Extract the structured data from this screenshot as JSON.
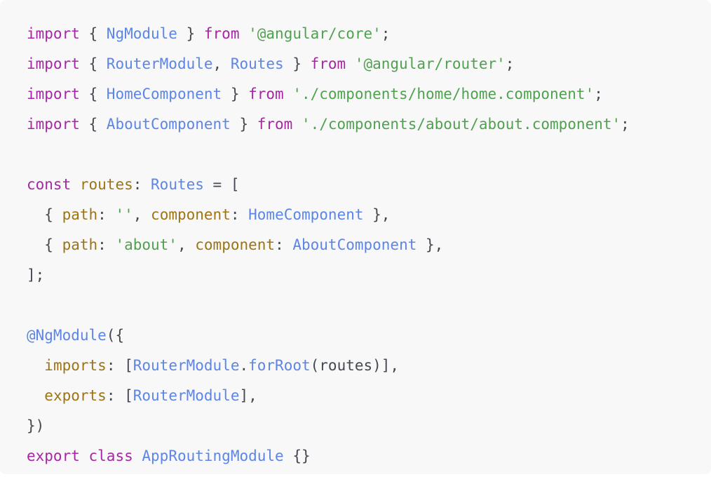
{
  "code_block": {
    "language_hint": "typescript-angular-routing-module",
    "background_color": "#f8f8f8",
    "page_background": "#ffffff",
    "token_colors": {
      "keyword": "#a626a4",
      "identifier": "#5c85e6",
      "string": "#50a14f",
      "property": "#9c7415",
      "punctuation": "#444850"
    },
    "plain_text": "import { NgModule } from '@angular/core';\nimport { RouterModule, Routes } from '@angular/router';\nimport { HomeComponent } from './components/home/home.component';\nimport { AboutComponent } from './components/about/about.component';\n\nconst routes: Routes = [\n  { path: '', component: HomeComponent },\n  { path: 'about', component: AboutComponent },\n];\n\n@NgModule({\n  imports: [RouterModule.forRoot(routes)],\n  exports: [RouterModule],\n})\nexport class AppRoutingModule {}",
    "lines": [
      {
        "tokens": [
          {
            "type": "keyword",
            "text": "import"
          },
          {
            "type": "punctuation",
            "text": " { "
          },
          {
            "type": "identifier",
            "text": "NgModule"
          },
          {
            "type": "punctuation",
            "text": " } "
          },
          {
            "type": "keyword",
            "text": "from"
          },
          {
            "type": "punctuation",
            "text": " "
          },
          {
            "type": "string",
            "text": "'@angular/core'"
          },
          {
            "type": "punctuation",
            "text": ";"
          }
        ]
      },
      {
        "tokens": [
          {
            "type": "keyword",
            "text": "import"
          },
          {
            "type": "punctuation",
            "text": " { "
          },
          {
            "type": "identifier",
            "text": "RouterModule"
          },
          {
            "type": "punctuation",
            "text": ", "
          },
          {
            "type": "identifier",
            "text": "Routes"
          },
          {
            "type": "punctuation",
            "text": " } "
          },
          {
            "type": "keyword",
            "text": "from"
          },
          {
            "type": "punctuation",
            "text": " "
          },
          {
            "type": "string",
            "text": "'@angular/router'"
          },
          {
            "type": "punctuation",
            "text": ";"
          }
        ]
      },
      {
        "tokens": [
          {
            "type": "keyword",
            "text": "import"
          },
          {
            "type": "punctuation",
            "text": " { "
          },
          {
            "type": "identifier",
            "text": "HomeComponent"
          },
          {
            "type": "punctuation",
            "text": " } "
          },
          {
            "type": "keyword",
            "text": "from"
          },
          {
            "type": "punctuation",
            "text": " "
          },
          {
            "type": "string",
            "text": "'./components/home/home.component'"
          },
          {
            "type": "punctuation",
            "text": ";"
          }
        ]
      },
      {
        "tokens": [
          {
            "type": "keyword",
            "text": "import"
          },
          {
            "type": "punctuation",
            "text": " { "
          },
          {
            "type": "identifier",
            "text": "AboutComponent"
          },
          {
            "type": "punctuation",
            "text": " } "
          },
          {
            "type": "keyword",
            "text": "from"
          },
          {
            "type": "punctuation",
            "text": " "
          },
          {
            "type": "string",
            "text": "'./components/about/about.component'"
          },
          {
            "type": "punctuation",
            "text": ";"
          }
        ]
      },
      {
        "tokens": []
      },
      {
        "tokens": [
          {
            "type": "keyword",
            "text": "const"
          },
          {
            "type": "punctuation",
            "text": " "
          },
          {
            "type": "property",
            "text": "routes"
          },
          {
            "type": "punctuation",
            "text": ": "
          },
          {
            "type": "identifier",
            "text": "Routes"
          },
          {
            "type": "punctuation",
            "text": " = ["
          }
        ]
      },
      {
        "tokens": [
          {
            "type": "punctuation",
            "text": "  { "
          },
          {
            "type": "property",
            "text": "path"
          },
          {
            "type": "punctuation",
            "text": ": "
          },
          {
            "type": "string",
            "text": "''"
          },
          {
            "type": "punctuation",
            "text": ", "
          },
          {
            "type": "property",
            "text": "component"
          },
          {
            "type": "punctuation",
            "text": ": "
          },
          {
            "type": "identifier",
            "text": "HomeComponent"
          },
          {
            "type": "punctuation",
            "text": " },"
          }
        ]
      },
      {
        "tokens": [
          {
            "type": "punctuation",
            "text": "  { "
          },
          {
            "type": "property",
            "text": "path"
          },
          {
            "type": "punctuation",
            "text": ": "
          },
          {
            "type": "string",
            "text": "'about'"
          },
          {
            "type": "punctuation",
            "text": ", "
          },
          {
            "type": "property",
            "text": "component"
          },
          {
            "type": "punctuation",
            "text": ": "
          },
          {
            "type": "identifier",
            "text": "AboutComponent"
          },
          {
            "type": "punctuation",
            "text": " },"
          }
        ]
      },
      {
        "tokens": [
          {
            "type": "punctuation",
            "text": "];"
          }
        ]
      },
      {
        "tokens": []
      },
      {
        "tokens": [
          {
            "type": "identifier",
            "text": "@NgModule"
          },
          {
            "type": "punctuation",
            "text": "({"
          }
        ]
      },
      {
        "tokens": [
          {
            "type": "punctuation",
            "text": "  "
          },
          {
            "type": "property",
            "text": "imports"
          },
          {
            "type": "punctuation",
            "text": ": ["
          },
          {
            "type": "identifier",
            "text": "RouterModule"
          },
          {
            "type": "punctuation",
            "text": "."
          },
          {
            "type": "identifier",
            "text": "forRoot"
          },
          {
            "type": "punctuation",
            "text": "(routes)],"
          }
        ]
      },
      {
        "tokens": [
          {
            "type": "punctuation",
            "text": "  "
          },
          {
            "type": "property",
            "text": "exports"
          },
          {
            "type": "punctuation",
            "text": ": ["
          },
          {
            "type": "identifier",
            "text": "RouterModule"
          },
          {
            "type": "punctuation",
            "text": "],"
          }
        ]
      },
      {
        "tokens": [
          {
            "type": "punctuation",
            "text": "})"
          }
        ]
      },
      {
        "tokens": [
          {
            "type": "keyword",
            "text": "export"
          },
          {
            "type": "punctuation",
            "text": " "
          },
          {
            "type": "keyword",
            "text": "class"
          },
          {
            "type": "punctuation",
            "text": " "
          },
          {
            "type": "identifier",
            "text": "AppRoutingModule"
          },
          {
            "type": "punctuation",
            "text": " {}"
          }
        ]
      }
    ]
  }
}
